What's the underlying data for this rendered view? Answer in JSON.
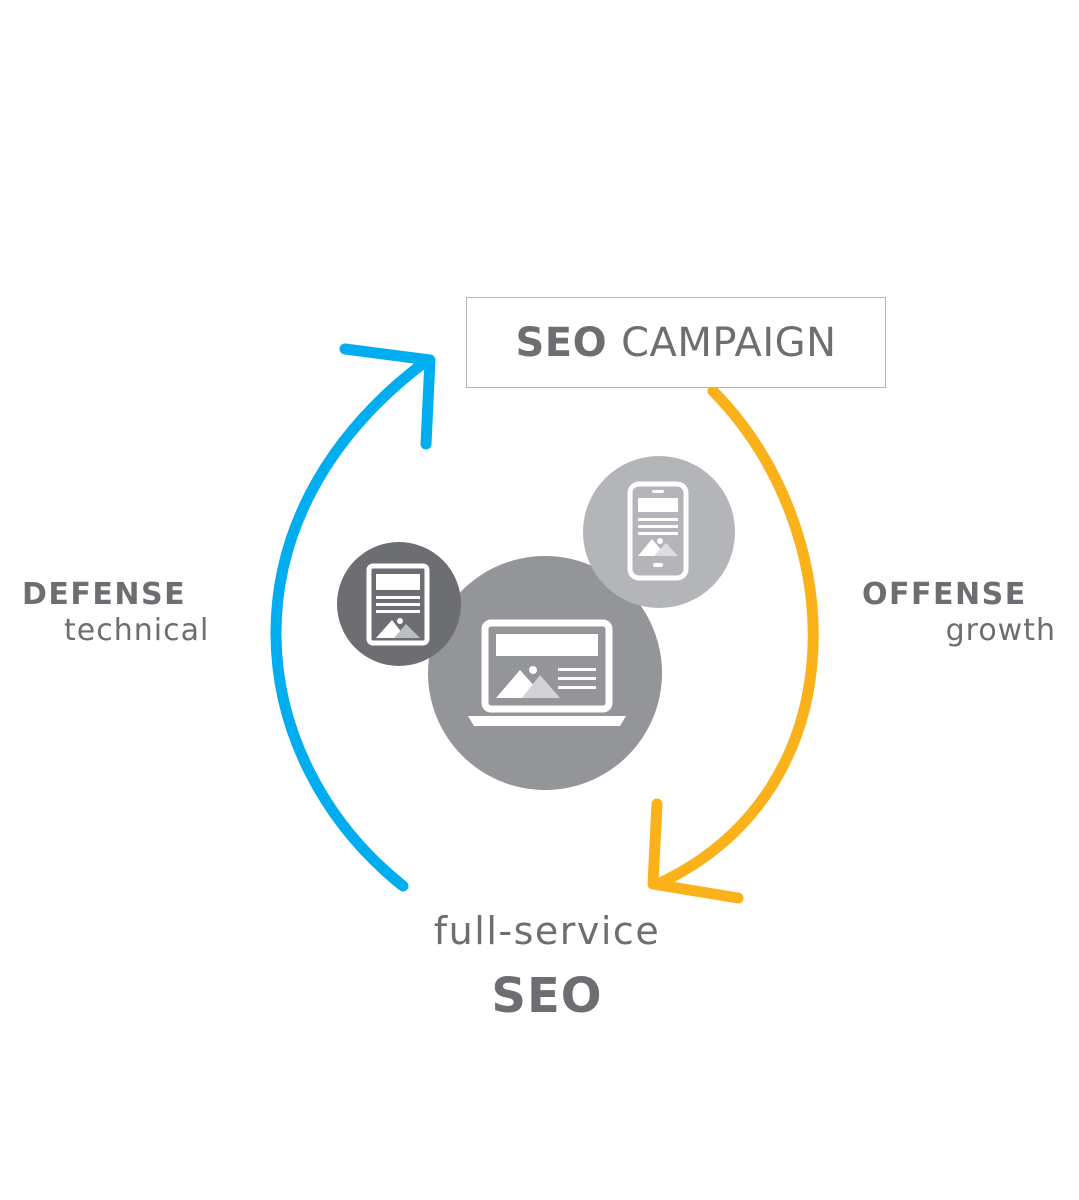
{
  "campaign": {
    "bold": "SEO",
    "light": "CAMPAIGN"
  },
  "defense": {
    "title": "DEFENSE",
    "subtitle": "technical"
  },
  "offense": {
    "title": "OFFENSE",
    "subtitle": "growth"
  },
  "core": {
    "subtitle": "full-service",
    "title": "SEO"
  },
  "icons": [
    "tablet-icon",
    "mobile-phone-icon",
    "laptop-icon"
  ],
  "colors": {
    "defense_arrow": "#00aeef",
    "offense_arrow": "#fbb21a",
    "text": "#6d6e71",
    "laptop_circle": "#939598",
    "tablet_circle": "#6d6e71",
    "phone_circle": "#b3b5b8",
    "box_border": "#b3b5b8"
  }
}
